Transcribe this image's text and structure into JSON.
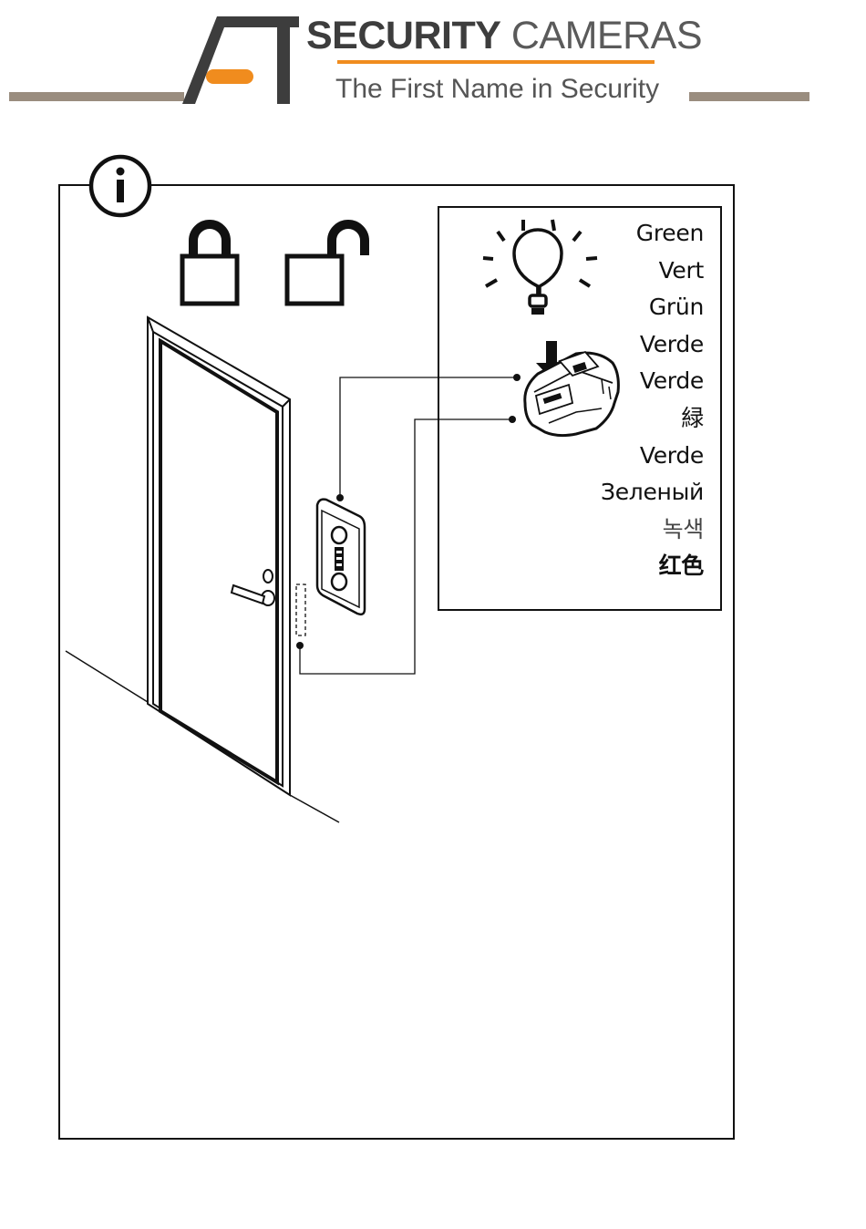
{
  "header": {
    "logo_letters": "A1",
    "brand_bold": "SECURITY",
    "brand_light": "CAMERAS",
    "tagline": "The First Name in Security",
    "colors": {
      "gray": "#9a8d7f",
      "orange": "#f08c1e",
      "dark": "#3d3d3d"
    }
  },
  "figure": {
    "info_icon": "info-icon",
    "lock_icons": [
      "locked-padlock-icon",
      "unlocked-padlock-icon"
    ],
    "light_bulb_icon": "light-bulb-icon",
    "arrow_icon": "down-arrow-icon",
    "device_icon": "door-controller-icon",
    "reader_icon": "card-reader-icon",
    "door_icon": "door-icon",
    "color_labels": [
      "Green",
      "Vert",
      "Grün",
      "Verde",
      "Verde",
      "緑",
      "Verde",
      "Зеленый",
      "녹색",
      "红色"
    ]
  }
}
